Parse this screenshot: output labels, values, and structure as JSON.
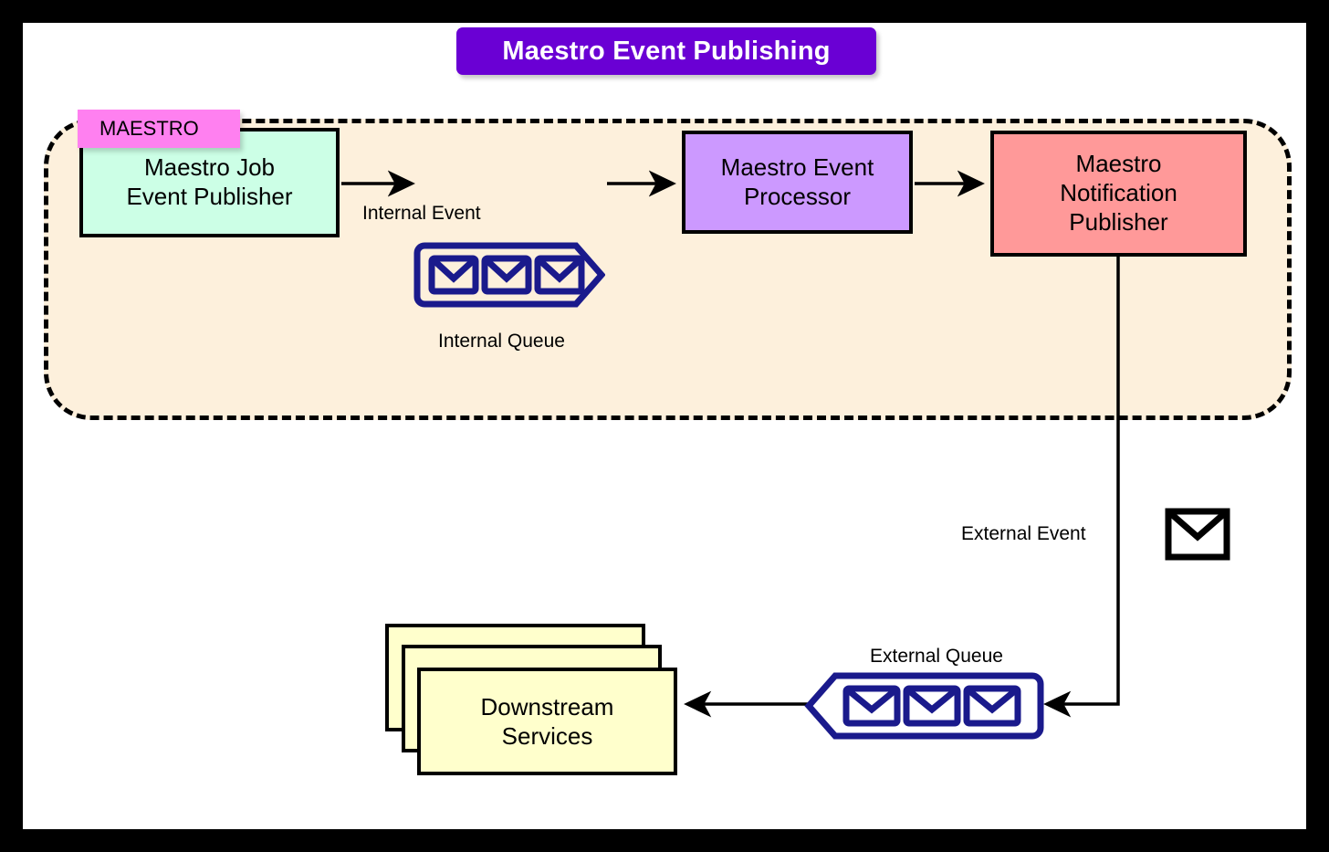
{
  "title": {
    "text": "Maestro Event Publishing",
    "background": "#6a00d4",
    "color": "#ffffff"
  },
  "group": {
    "label": "MAESTRO",
    "label_background": "#ff80f0",
    "fill": "#fdf0dc",
    "border_style": "dashed",
    "border_color": "#000000"
  },
  "nodes": [
    {
      "id": "maestro-job-event-publisher",
      "label": "Maestro Job\nEvent Publisher",
      "line1": "Maestro Job",
      "line2": "Event Publisher",
      "fill": "#ccffe6"
    },
    {
      "id": "maestro-event-processor",
      "label": "Maestro Event\nProcessor",
      "line1": "Maestro Event",
      "line2": "Processor",
      "fill": "#cc99ff"
    },
    {
      "id": "maestro-notification-publisher",
      "label": "Maestro\nNotification\nPublisher",
      "line1": "Maestro",
      "line2": "Notification",
      "line3": "Publisher",
      "fill": "#ff9999"
    },
    {
      "id": "downstream-services",
      "label": "Downstream\nServices",
      "line1": "Downstream",
      "line2": "Services",
      "fill": "#ffffcc",
      "stacked_count": 3
    }
  ],
  "queues": [
    {
      "id": "internal-queue",
      "label": "Internal Queue",
      "direction": "right",
      "envelope_count": 3,
      "outline": "#1a1a8c",
      "fill": "transparent"
    },
    {
      "id": "external-queue",
      "label": "External Queue",
      "direction": "left",
      "envelope_count": 3,
      "outline": "#1a1a8c",
      "fill": "#ffffff"
    }
  ],
  "edge_labels": [
    {
      "id": "internal-event",
      "text": "Internal Event"
    },
    {
      "id": "external-event",
      "text": "External Event"
    }
  ],
  "icons": [
    {
      "id": "external-event-envelope",
      "name": "envelope-icon",
      "color": "#000000"
    }
  ],
  "chart_data": {
    "type": "diagram",
    "title": "Maestro Event Publishing",
    "nodes": [
      "Maestro Job Event Publisher",
      "Internal Queue",
      "Maestro Event Processor",
      "Maestro Notification Publisher",
      "External Queue",
      "Downstream Services"
    ],
    "edges": [
      {
        "from": "Maestro Job Event Publisher",
        "to": "Internal Queue",
        "label": "Internal Event"
      },
      {
        "from": "Internal Queue",
        "to": "Maestro Event Processor",
        "label": ""
      },
      {
        "from": "Maestro Event Processor",
        "to": "Maestro Notification Publisher",
        "label": ""
      },
      {
        "from": "Maestro Notification Publisher",
        "to": "External Queue",
        "label": "External Event"
      },
      {
        "from": "External Queue",
        "to": "Downstream Services",
        "label": ""
      }
    ],
    "groups": [
      {
        "label": "MAESTRO",
        "members": [
          "Maestro Job Event Publisher",
          "Internal Queue",
          "Maestro Event Processor",
          "Maestro Notification Publisher"
        ]
      }
    ]
  }
}
